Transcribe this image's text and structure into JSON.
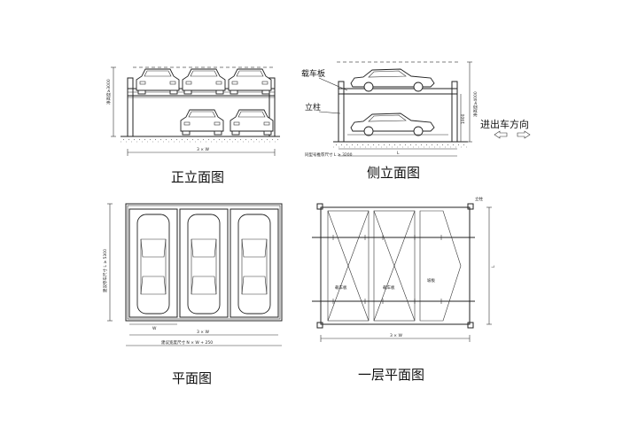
{
  "captions": {
    "front": "正立面图",
    "side": "侧立面图",
    "plan": "平面图",
    "floor1": "一层平面图"
  },
  "labels": {
    "platform": "载车板",
    "column": "立柱",
    "direction": "进出车方向",
    "post_small": "立柱",
    "board_a": "载车板",
    "board_b": "载车板",
    "slope": "坡板"
  },
  "dims": {
    "front_height": "净高度≥3000",
    "front_width": "3 × W",
    "side_height": "净高度≥4000",
    "side_mid": "1900",
    "side_depth": "同型号推荐尺寸 L ≥ 3200",
    "side_L": "L",
    "plan_width": "3 × W",
    "plan_W": "W",
    "plan_depth_L": "建议停车尺寸 L ≥ 5300",
    "plan_total": "建议宽度尺寸 N × W + 250",
    "floor_width": "3 × W",
    "floor_L": "L"
  }
}
